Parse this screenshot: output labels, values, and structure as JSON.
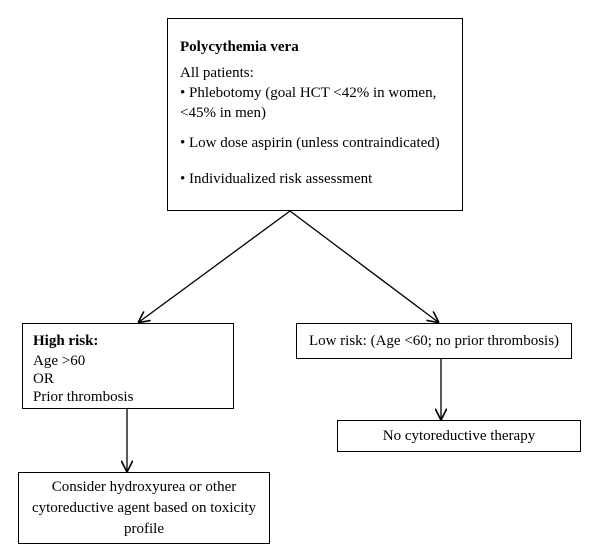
{
  "main": {
    "title": "Polycythemia vera",
    "subtitle": "All patients:",
    "bullet_phlebotomy_l1": "• Phlebotomy (goal HCT <42% in women,",
    "bullet_phlebotomy_l2": "<45% in men)",
    "bullet_aspirin": "• Low dose aspirin (unless contraindicated)",
    "bullet_risk": "• Individualized risk assessment"
  },
  "high_risk": {
    "title": "High risk:",
    "line1": "Age >60",
    "line2": "OR",
    "line3": "Prior thrombosis"
  },
  "low_risk": {
    "label": "Low risk: (Age <60; no prior thrombosis)"
  },
  "no_therapy": {
    "label": "No cytoreductive therapy"
  },
  "consider": {
    "line1": "Consider hydroxyurea or other",
    "line2": "cytoreductive agent based on toxicity",
    "line3": "profile"
  }
}
